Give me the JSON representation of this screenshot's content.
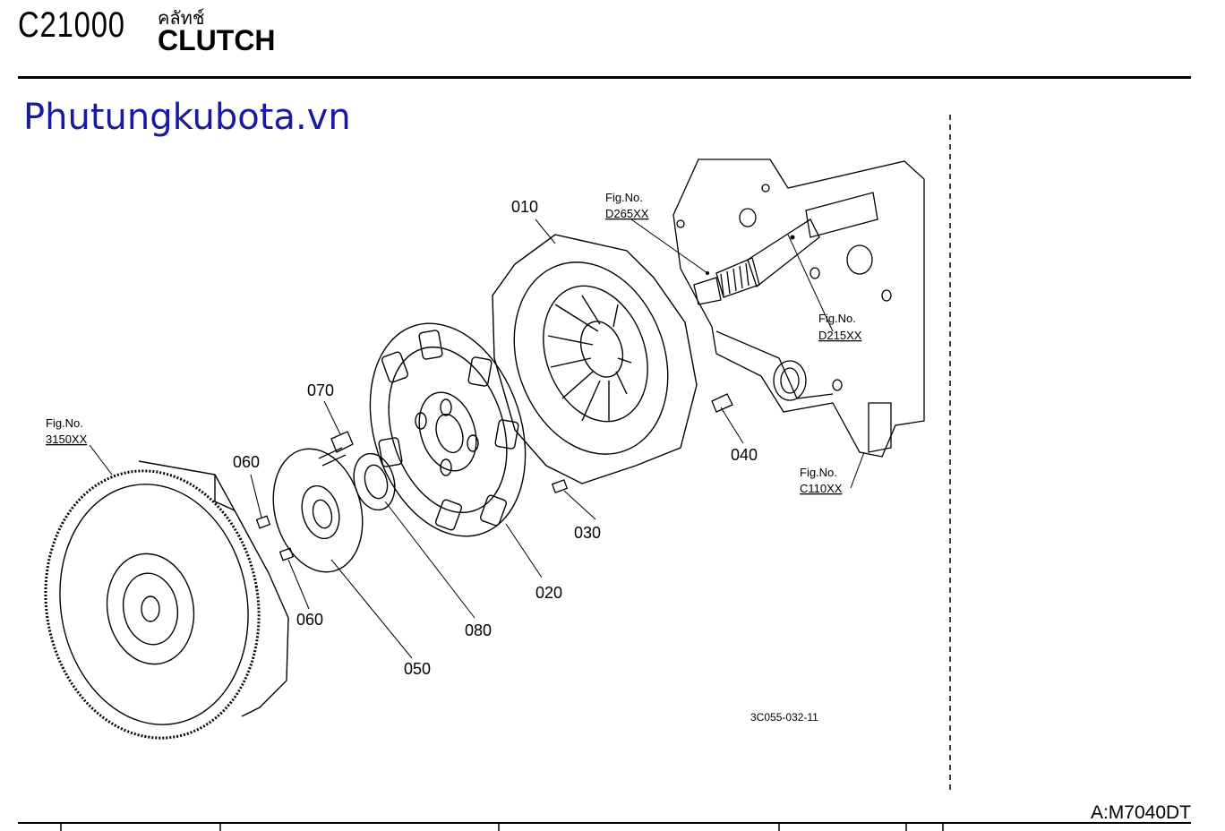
{
  "header": {
    "code": "C21000",
    "thai_title": "คลัทช์",
    "title": "CLUTCH"
  },
  "watermark": "Phutungkubota.vn",
  "model": "A:M7040DT",
  "diagram_ref": "3C055-032-11",
  "parts": {
    "p010": "010",
    "p020": "020",
    "p030": "030",
    "p040": "040",
    "p050": "050",
    "p060a": "060",
    "p060b": "060",
    "p070": "070",
    "p080": "080"
  },
  "figure_refs": {
    "label": "Fig.No.",
    "d265": "D265XX",
    "d215": "D215XX",
    "c110": "C110XX",
    "f3150": "3150XX"
  }
}
